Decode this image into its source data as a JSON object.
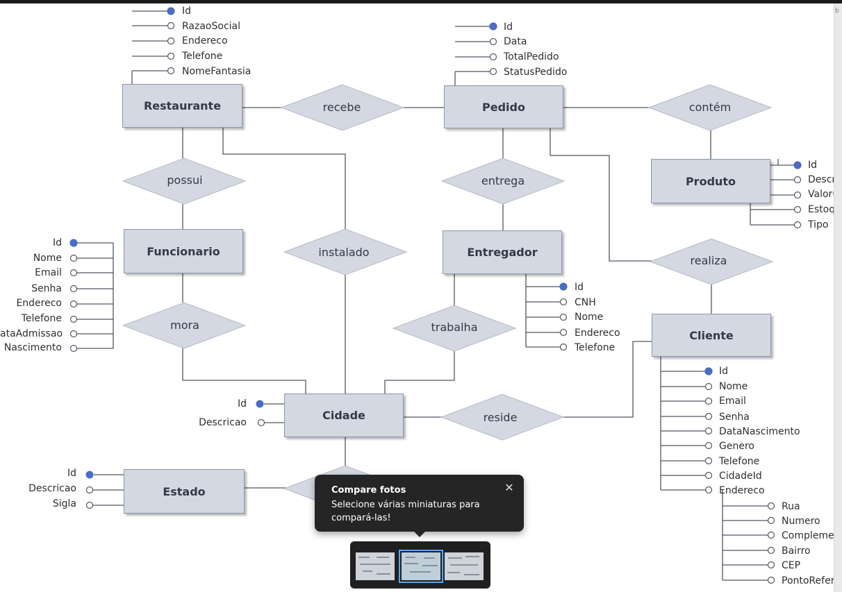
{
  "sidebar_hint": "b",
  "entities": {
    "restaurante": "Restaurante",
    "pedido": "Pedido",
    "produto": "Produto",
    "funcionario": "Funcionario",
    "entregador": "Entregador",
    "cliente": "Cliente",
    "cidade": "Cidade",
    "estado": "Estado"
  },
  "relationships": {
    "recebe": "recebe",
    "contem": "contém",
    "possui": "possui",
    "entrega": "entrega",
    "instalado": "instalado",
    "realiza": "realiza",
    "mora": "mora",
    "trabalha": "trabalha",
    "reside": "reside"
  },
  "attributes": {
    "restaurante": [
      "Id",
      "RazaoSocial",
      "Endereco",
      "Telefone",
      "NomeFantasia"
    ],
    "pedido": [
      "Id",
      "Data",
      "TotalPedido",
      "StatusPedido"
    ],
    "produto": [
      "Id",
      "Descr",
      "Valor(",
      "Estoq",
      "Tipo"
    ],
    "funcionario": [
      "Id",
      "Nome",
      "Email",
      "Senha",
      "Endereco",
      "Telefone",
      "ataAdmissao",
      "Nascimento"
    ],
    "entregador": [
      "Id",
      "CNH",
      "Nome",
      "Endereco",
      "Telefone"
    ],
    "cliente": [
      "Id",
      "Nome",
      "Email",
      "Senha",
      "DataNascimento",
      "Genero",
      "Telefone",
      "CidadeId",
      "Endereco"
    ],
    "endereco": [
      "Rua",
      "Numero",
      "Complemen",
      "Bairro",
      "CEP",
      "PontoRefer"
    ],
    "cidade": [
      "Id",
      "Descricao"
    ],
    "estado": [
      "Id",
      "Descricao",
      "Sigla"
    ]
  },
  "toast": {
    "title": "Compare fotos",
    "body": "Selecione várias miniaturas para compará-las!",
    "close_icon": "close-icon"
  },
  "thumbnails": {
    "count": 3,
    "selected_index": 1
  }
}
